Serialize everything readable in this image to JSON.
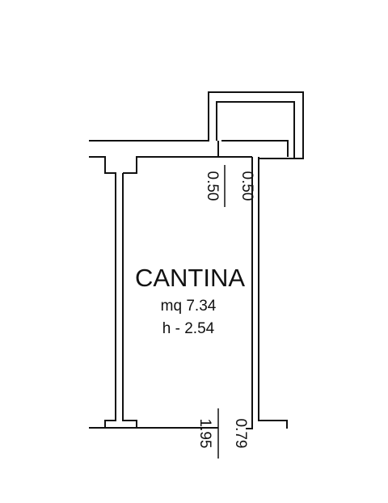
{
  "room": {
    "name": "CANTINA",
    "area": "mq 7.34",
    "height": "h - 2.54"
  },
  "door_top": {
    "width": "0.50",
    "height": "0.50"
  },
  "door_bottom": {
    "width": "0.79",
    "height": "1.95"
  },
  "colors": {
    "wall": "#111111",
    "background": "#ffffff"
  }
}
